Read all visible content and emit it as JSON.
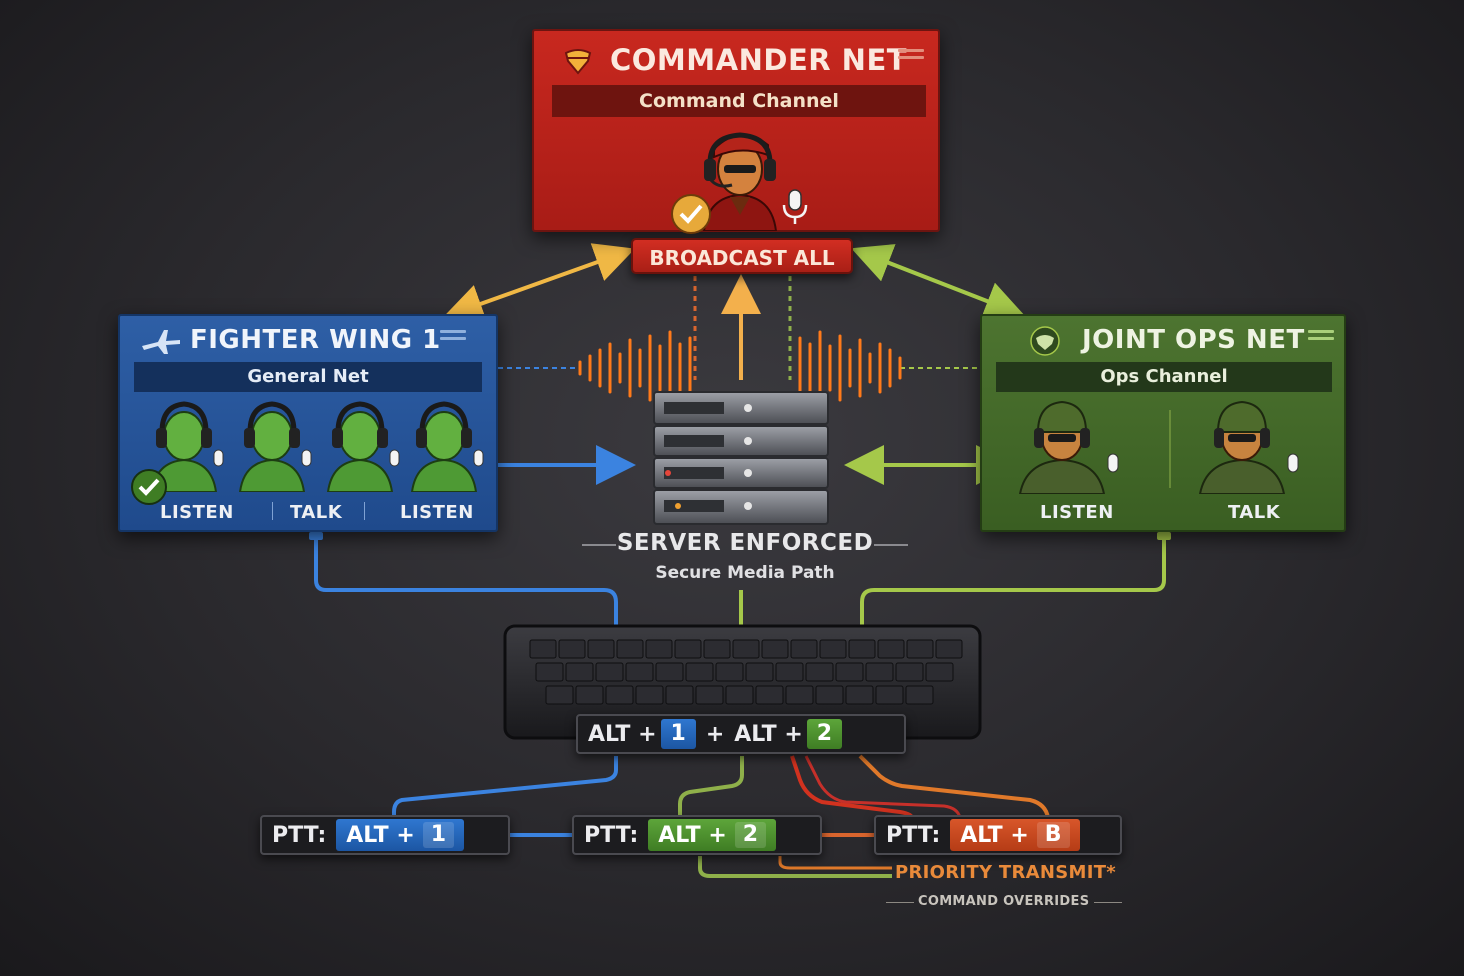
{
  "commander_net": {
    "title": "COMMANDER NET",
    "subtitle": "Command Channel",
    "icons": [
      "shield-icon",
      "menu-icon",
      "commander-avatar-icon",
      "check-badge-icon",
      "microphone-icon"
    ],
    "color": "#c8281f"
  },
  "broadcast": {
    "label": "BROADCAST ALL"
  },
  "fighter_wing": {
    "title": "FIGHTER WING 1",
    "subtitle": "General Net",
    "roles": [
      "LISTEN",
      "TALK",
      "LISTEN"
    ],
    "icons": [
      "jet-icon",
      "menu-icon",
      "pilot-avatar-icon",
      "check-badge-icon",
      "microphone-icon"
    ],
    "color": "#2e5fa6"
  },
  "joint_ops": {
    "title": "JOINT OPS NET",
    "subtitle": "Ops Channel",
    "roles": [
      "LISTEN",
      "TALK"
    ],
    "icons": [
      "shield-icon",
      "menu-icon",
      "soldier-avatar-icon",
      "microphone-icon"
    ],
    "color": "#4d7430"
  },
  "server": {
    "label": "SERVER ENFORCED",
    "sublabel": "Secure Media Path",
    "icon": "server-rack-icon"
  },
  "keyboard": {
    "icon": "keyboard-icon",
    "combo": {
      "mod1": "ALT +",
      "key1": "1",
      "joiner": "+",
      "mod2": "ALT +",
      "key2": "2"
    }
  },
  "ptt": [
    {
      "label": "PTT:",
      "mod": "ALT +",
      "key": "1",
      "color": "#2f77d0"
    },
    {
      "label": "PTT:",
      "mod": "ALT +",
      "key": "2",
      "color": "#5da53a"
    },
    {
      "label": "PTT:",
      "mod": "ALT +",
      "key": "B",
      "color": "#d8562a"
    }
  ],
  "priority": {
    "label": "PRIORITY TRANSMIT*",
    "note": "COMMAND OVERRIDES"
  }
}
